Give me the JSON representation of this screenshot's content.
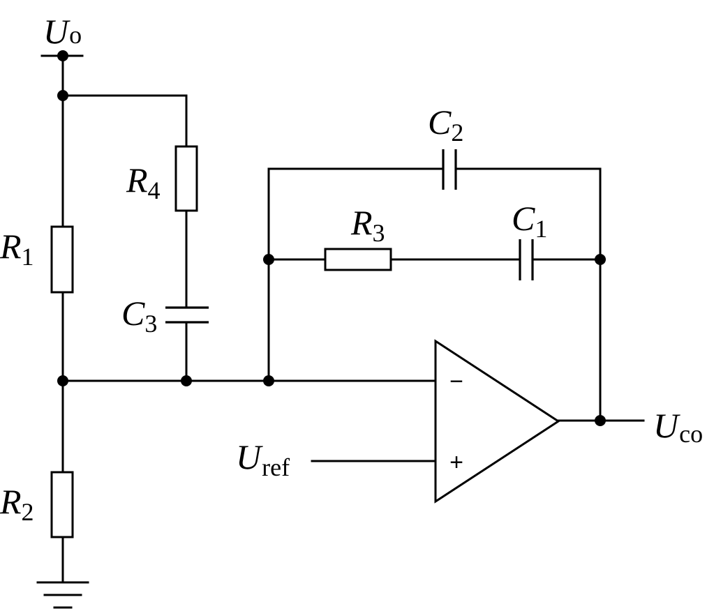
{
  "labels": {
    "uo": {
      "main": "U",
      "sub": "o"
    },
    "r1": {
      "main": "R",
      "sub": "1"
    },
    "r2": {
      "main": "R",
      "sub": "2"
    },
    "r3": {
      "main": "R",
      "sub": "3"
    },
    "r4": {
      "main": "R",
      "sub": "4"
    },
    "c1": {
      "main": "C",
      "sub": "1"
    },
    "c2": {
      "main": "C",
      "sub": "2"
    },
    "c3": {
      "main": "C",
      "sub": "3"
    },
    "uref": {
      "main": "U",
      "sub": "ref"
    },
    "uco": {
      "main": "U",
      "sub": "co"
    }
  },
  "opamp": {
    "minus": "−",
    "plus": "+"
  }
}
